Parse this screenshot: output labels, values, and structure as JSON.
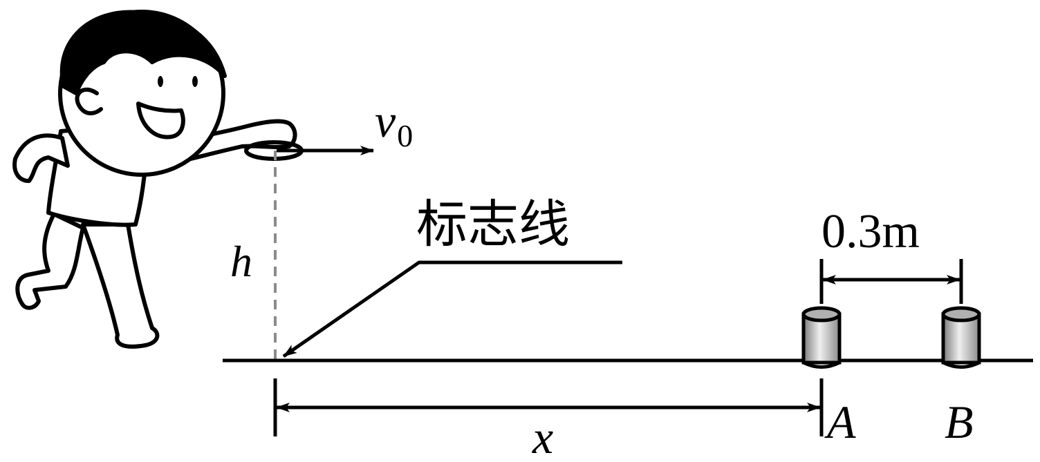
{
  "labels": {
    "velocity_symbol": "v",
    "velocity_subscript": "0",
    "height_symbol": "h",
    "marker_line": "标志线",
    "spacing": "0.3m",
    "distance_symbol": "x",
    "point_a": "A",
    "point_b": "B"
  },
  "colors": {
    "ink": "#000000",
    "dashed_line": "#8a8a8a",
    "can_light": "#e6e6e6",
    "can_dark": "#8c8c8c"
  },
  "icons": {
    "thrower": "boy-throwing-figure",
    "ring": "ring-hoop-icon",
    "can_a": "cylinder-can-icon",
    "can_b": "cylinder-can-icon"
  }
}
